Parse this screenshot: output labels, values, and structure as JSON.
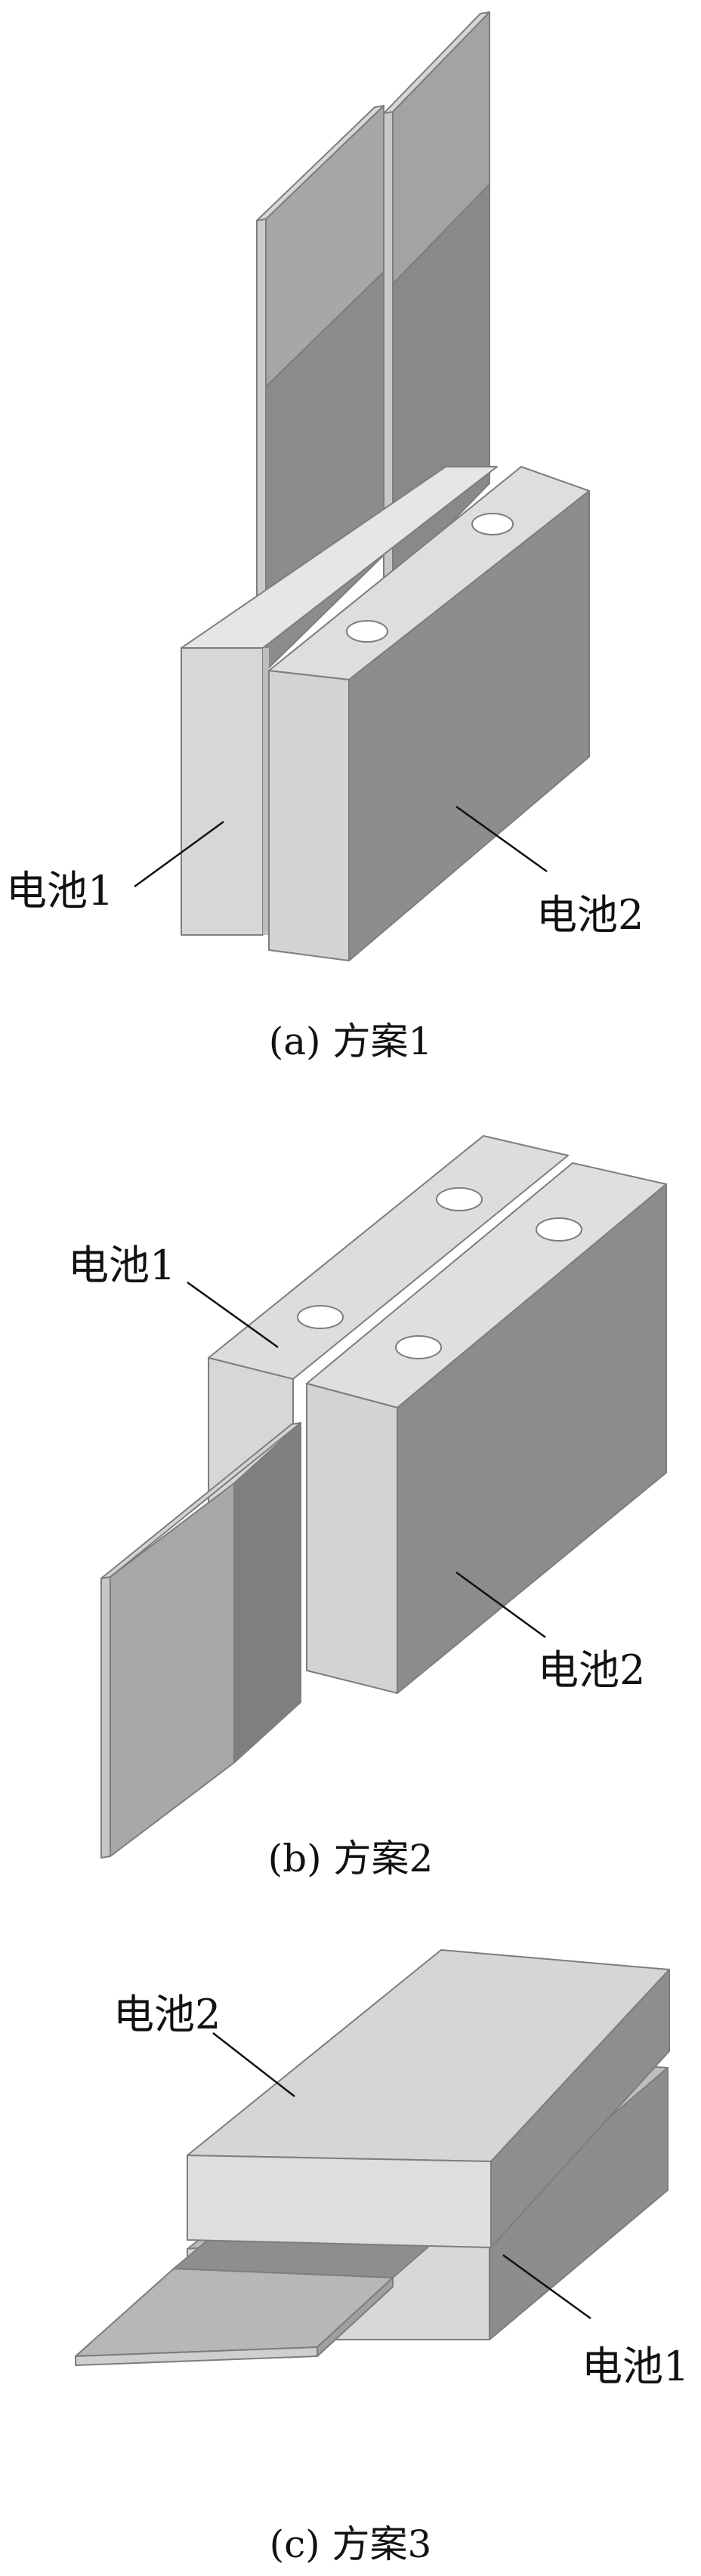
{
  "figures": [
    {
      "id": "a",
      "caption": "(a) 方案1",
      "labels": {
        "cell_1": "电池1",
        "cell_2": "电池2"
      }
    },
    {
      "id": "b",
      "caption": "(b) 方案2",
      "labels": {
        "cell_1": "电池1",
        "cell_2": "电池2"
      }
    },
    {
      "id": "c",
      "caption": "(c) 方案3",
      "labels": {
        "cell_1": "电池1",
        "cell_2": "电池2"
      }
    }
  ],
  "colors": {
    "light_face": "#d9d9d9",
    "lighter_face": "#e3e3e3",
    "mid_face": "#a9a9a9",
    "dark_face": "#8a8a8a",
    "tab_light": "#b3b3b3",
    "tab_dark": "#7d7d7d",
    "edge": "#7d7d7d",
    "text": "#111111"
  }
}
